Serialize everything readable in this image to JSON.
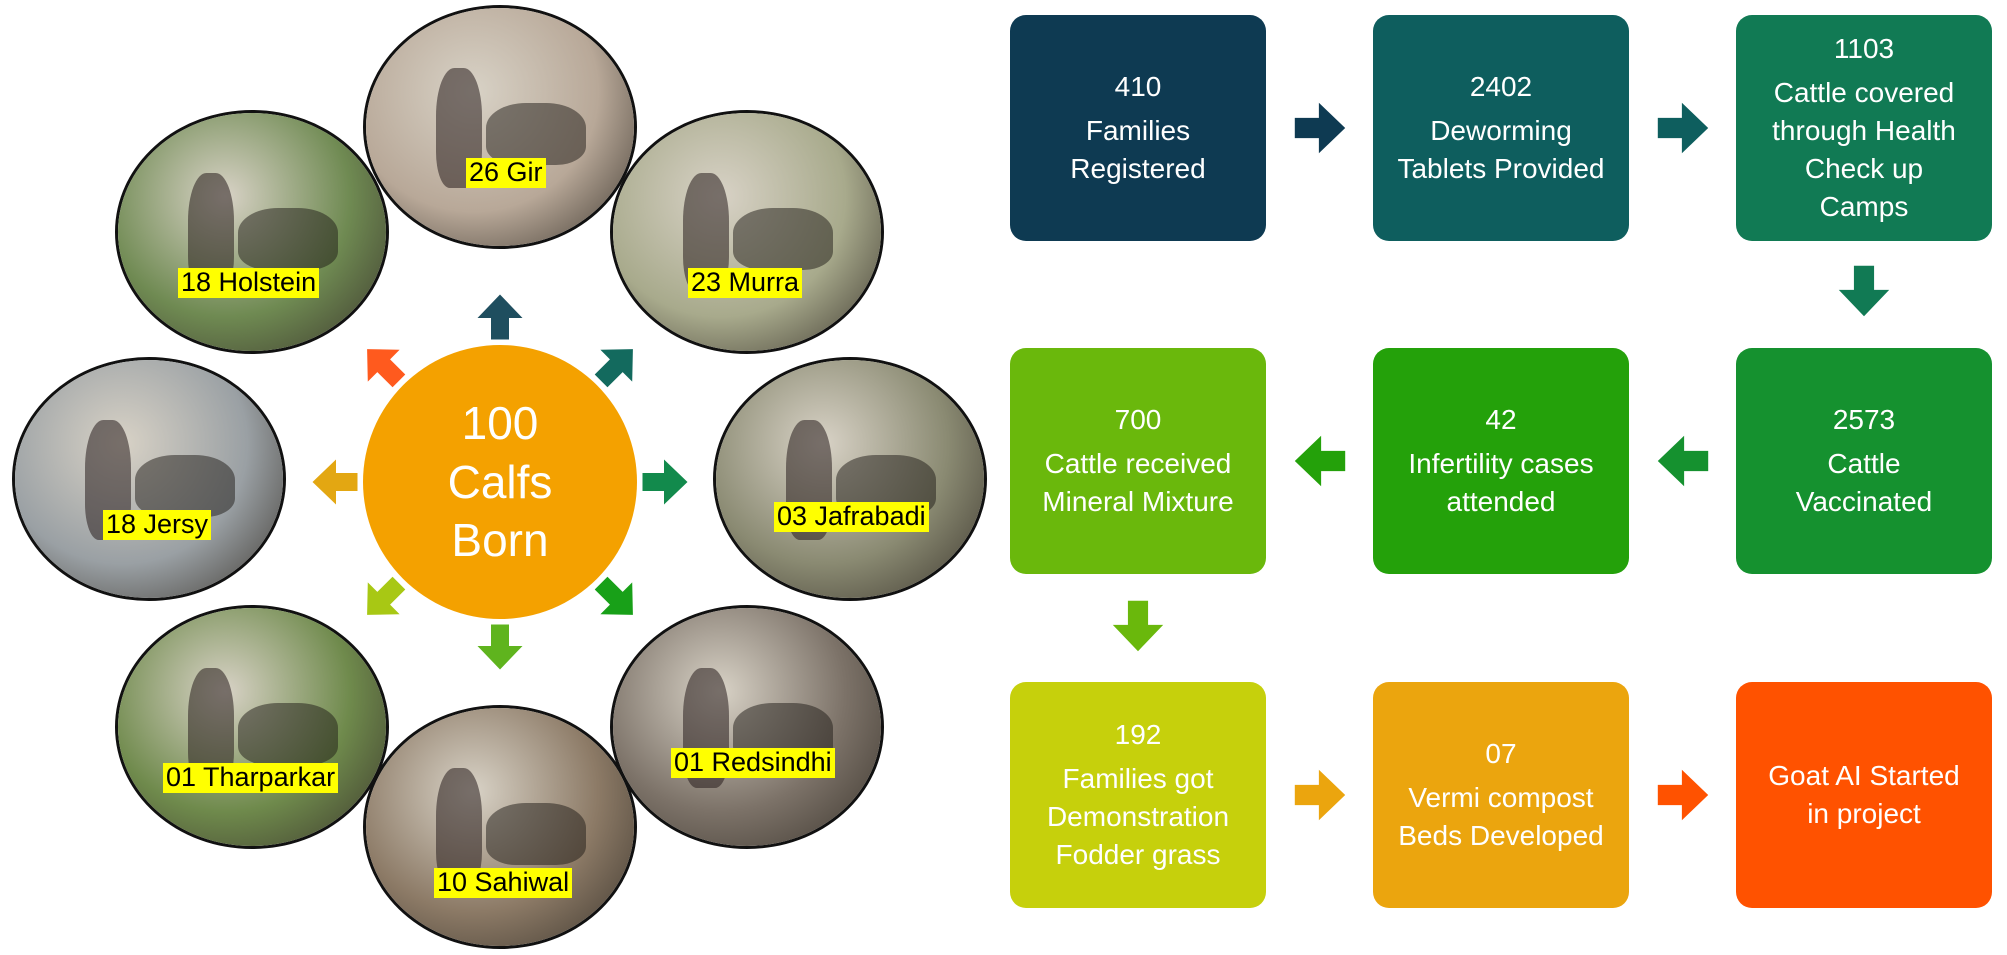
{
  "radial": {
    "hub": {
      "line1": "100",
      "line2": "Calfs",
      "line3": "Born",
      "color": "#f4a100"
    },
    "breeds": [
      {
        "label": "26 Gir",
        "bg": "#b8a898"
      },
      {
        "label": "23 Murra",
        "bg": "#a8aa8c"
      },
      {
        "label": "03 Jafrabadi",
        "bg": "#8a8a72"
      },
      {
        "label": "01 Redsindhi",
        "bg": "#7c7268"
      },
      {
        "label": "10 Sahiwal",
        "bg": "#8c7a66"
      },
      {
        "label": "01 Tharparkar",
        "bg": "#6f8a4c"
      },
      {
        "label": "18 Jersy",
        "bg": "#9aa0a4"
      },
      {
        "label": "18 Holstein",
        "bg": "#6f8a52"
      }
    ],
    "label_bg": "#ffff00",
    "arrow_colors": [
      "#1f4e5f",
      "#136a5e",
      "#128a4c",
      "#18a018",
      "#5fb41e",
      "#a8c814",
      "#e3a712",
      "#ff5a1e"
    ]
  },
  "flow": {
    "boxes": [
      {
        "num": "410",
        "text": [
          "Families",
          "Registered"
        ],
        "color": "#0e3a52"
      },
      {
        "num": "2402",
        "text": [
          "Deworming",
          "Tablets Provided"
        ],
        "color": "#0e5e5e"
      },
      {
        "num": "1103",
        "text": [
          "Cattle covered",
          "through Health",
          "Check up",
          "Camps"
        ],
        "color": "#117a54"
      },
      {
        "num": "2573",
        "text": [
          "Cattle",
          "Vaccinated"
        ],
        "color": "#15912f"
      },
      {
        "num": "42",
        "text": [
          "Infertility cases",
          "attended"
        ],
        "color": "#24a10a"
      },
      {
        "num": "700",
        "text": [
          "Cattle received",
          "Mineral Mixture"
        ],
        "color": "#6ab80c"
      },
      {
        "num": "192",
        "text": [
          "Families got",
          "Demonstration",
          "Fodder grass"
        ],
        "color": "#c6d00c"
      },
      {
        "num": "07",
        "text": [
          "Vermi compost",
          "Beds Developed"
        ],
        "color": "#eba50e"
      },
      {
        "num": "",
        "text": [
          "Goat AI Started",
          "in project"
        ],
        "color": "#ff5200"
      }
    ],
    "arrow_colors": [
      "#0e3a52",
      "#0e5e5e",
      "#117a54",
      "#15912f",
      "#24a10a",
      "#6ab80c",
      "#eba50e",
      "#ff5200"
    ]
  }
}
